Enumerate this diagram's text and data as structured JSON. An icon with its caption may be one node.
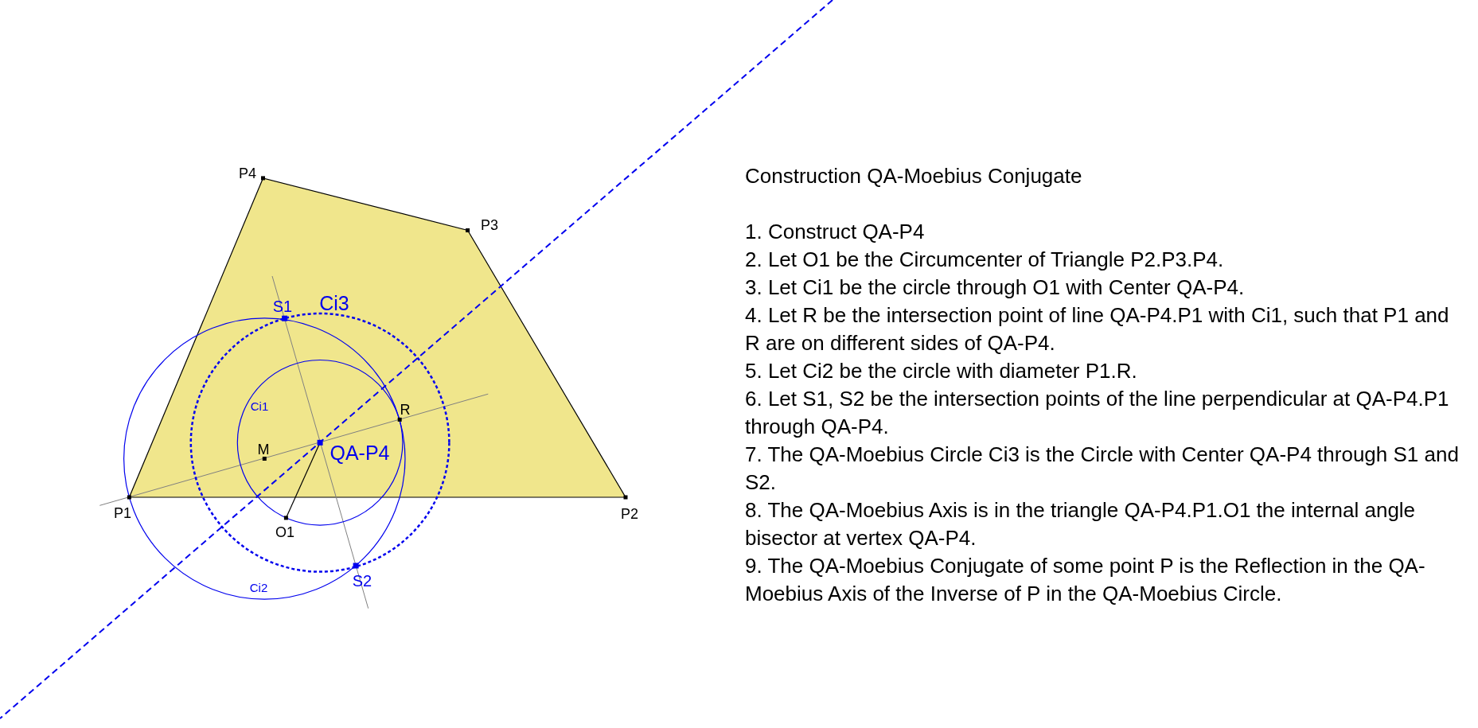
{
  "diagram": {
    "title": "Construction QA-Moebius Conjugate",
    "labels": [
      "P4",
      "P3",
      "S1",
      "Ci3",
      "Ci1",
      "R",
      "M",
      "QA-P4",
      "P1",
      "P2",
      "O1",
      "S2",
      "Ci2",
      "1. Construct QA-P4",
      "2. Let O1 be the Circumcenter of Triangle P2.P3.P4.",
      "3. Let Ci1 be the circle through O1 with Center QA-P4.",
      "4. Let R be the intersection point of line QA-P4.P1 with Ci1, such that P1 and R are on different sides of QA-P4.",
      "5. Let Ci2 be the circle with diameter P1.R.",
      "6. Let S1, S2 be the intersection points of the line perpendicular at QA-P4.P1 through QA-P4.",
      "7. The QA-Moebius Circle Ci3 is the Circle with Center QA-P4 through S1 and S2.",
      "8. The QA-Moebius Axis is in the triangle QA-P4.P1.O1 the internal angle bisector at vertex QA-P4.",
      "9. The QA-Moebius Conjugate of some point P is the Reflection in the QA-Moebius Axis of the Inverse of P in the QA-Moebius Circle."
    ]
  }
}
